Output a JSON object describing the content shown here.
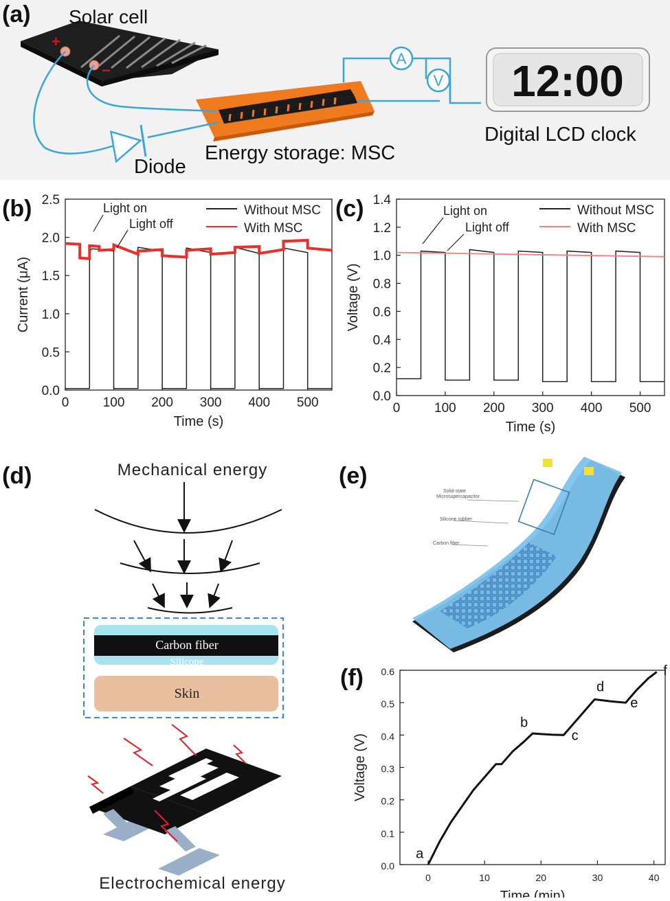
{
  "panels": {
    "a": {
      "label": "(a)",
      "solar_cell": "Solar cell",
      "plus": "+",
      "minus": "−",
      "ammeter": "A",
      "voltmeter": "V",
      "clock_display": "12:00",
      "clock_label": "Digital LCD clock",
      "msc_label": "Energy storage: MSC",
      "diode_label": "Diode"
    },
    "b": {
      "label": "(b)",
      "annotation_on": "Light on",
      "annotation_off": "Light off"
    },
    "c": {
      "label": "(c)",
      "annotation_on": "Light on",
      "annotation_off": "Light off"
    },
    "d": {
      "label": "(d)",
      "top_text": "Mechanical energy",
      "carbon_fiber": "Carbon fiber",
      "silicone": "Silicone",
      "skin": "Skin",
      "bottom_text": "Electrochemical energy"
    },
    "e": {
      "label": "(e)",
      "callout_msc_1": "Solid-state",
      "callout_msc_2": "Microsupercapacitor",
      "callout_silicone": "Silicone rubber",
      "callout_carbon": "Carbon fiber"
    },
    "f": {
      "label": "(f)",
      "points": [
        "a",
        "b",
        "c",
        "d",
        "e",
        "f"
      ]
    }
  },
  "colors": {
    "wire": "#3aa5d8",
    "msc_orange": "#f07a1e",
    "series_without": "#222222",
    "series_with_b": "#e8302a",
    "series_with_c": "#ef8080",
    "silicone_blue": "#a8e4f0",
    "skin": "#e8c0a0",
    "spark_red": "#e0202a",
    "dashed_box": "#3a8ac8"
  },
  "chart_data": [
    {
      "panel": "b",
      "type": "line",
      "xlabel": "Time (s)",
      "ylabel": "Current (μA)",
      "xlim": [
        0,
        550
      ],
      "ylim": [
        0,
        2.5
      ],
      "xticks": [
        "0",
        "100",
        "200",
        "300",
        "400",
        "500"
      ],
      "yticks": [
        "0.0",
        "0.5",
        "1.0",
        "1.5",
        "2.0",
        "2.5"
      ],
      "legend_position": "top-right",
      "series": [
        {
          "name": "Without MSC",
          "x": [
            0,
            50,
            50,
            56,
            56,
            100,
            100,
            150,
            150,
            200,
            200,
            250,
            250,
            300,
            300,
            350,
            350,
            400,
            400,
            450,
            450,
            500,
            500,
            550
          ],
          "y": [
            0.02,
            0.02,
            1.83,
            1.85,
            1.85,
            1.82,
            0.02,
            0.02,
            1.87,
            1.82,
            0.02,
            0.02,
            1.86,
            1.8,
            0.02,
            0.02,
            1.87,
            1.79,
            0.02,
            0.02,
            1.86,
            1.8,
            0.02,
            0.02
          ]
        },
        {
          "name": "With MSC",
          "x": [
            0,
            30,
            30,
            50,
            50,
            70,
            70,
            100,
            100,
            150,
            150,
            200,
            200,
            250,
            250,
            300,
            300,
            350,
            350,
            400,
            400,
            450,
            450,
            500,
            500,
            550
          ],
          "y": [
            1.92,
            1.91,
            1.73,
            1.72,
            1.89,
            1.88,
            1.83,
            1.84,
            1.9,
            1.78,
            1.82,
            1.84,
            1.76,
            1.74,
            1.83,
            1.85,
            1.78,
            1.8,
            1.87,
            1.88,
            1.79,
            1.84,
            1.95,
            1.96,
            1.86,
            1.83
          ]
        }
      ]
    },
    {
      "panel": "c",
      "type": "line",
      "xlabel": "Time (s)",
      "ylabel": "Voltage (V)",
      "xlim": [
        0,
        550
      ],
      "ylim": [
        0,
        1.4
      ],
      "xticks": [
        "0",
        "100",
        "200",
        "300",
        "400",
        "500"
      ],
      "yticks": [
        "0.0",
        "0.2",
        "0.4",
        "0.6",
        "0.8",
        "1.0",
        "1.2",
        "1.4"
      ],
      "legend_position": "top-right",
      "series": [
        {
          "name": "Without MSC",
          "x": [
            0,
            50,
            50,
            100,
            100,
            150,
            150,
            200,
            200,
            250,
            250,
            300,
            300,
            350,
            350,
            400,
            400,
            450,
            450,
            500,
            500,
            550
          ],
          "y": [
            0.12,
            0.12,
            1.03,
            1.02,
            0.11,
            0.11,
            1.04,
            1.02,
            0.11,
            0.11,
            1.03,
            1.02,
            0.1,
            0.1,
            1.03,
            1.02,
            0.1,
            0.1,
            1.03,
            1.02,
            0.1,
            0.1
          ]
        },
        {
          "name": "With MSC",
          "x": [
            0,
            550
          ],
          "y": [
            1.02,
            0.99
          ]
        }
      ]
    },
    {
      "panel": "f",
      "type": "line",
      "xlabel": "Time (min)",
      "ylabel": "Voltage (V)",
      "xlim": [
        -5,
        42
      ],
      "ylim": [
        0,
        0.6
      ],
      "xticks": [
        "0",
        "10",
        "20",
        "30",
        "40"
      ],
      "yticks": [
        "0.0",
        "0.1",
        "0.2",
        "0.3",
        "0.4",
        "0.5",
        "0.6"
      ],
      "series": [
        {
          "x": [
            0,
            2,
            4,
            6,
            8,
            10,
            12,
            13,
            15,
            17,
            18.5,
            20,
            22,
            24,
            26,
            28,
            29.5,
            31,
            33,
            35,
            37,
            39,
            40.5
          ],
          "y": [
            0.0,
            0.07,
            0.13,
            0.18,
            0.23,
            0.27,
            0.31,
            0.31,
            0.35,
            0.38,
            0.405,
            0.403,
            0.401,
            0.4,
            0.44,
            0.48,
            0.51,
            0.507,
            0.503,
            0.5,
            0.54,
            0.575,
            0.595
          ]
        }
      ],
      "point_labels": [
        {
          "text": "a",
          "x": -1.5,
          "y": 0.02
        },
        {
          "text": "b",
          "x": 17,
          "y": 0.425
        },
        {
          "text": "c",
          "x": 26,
          "y": 0.385
        },
        {
          "text": "d",
          "x": 30.5,
          "y": 0.535
        },
        {
          "text": "e",
          "x": 36.5,
          "y": 0.485
        },
        {
          "text": "f",
          "x": 42,
          "y": 0.585
        }
      ]
    }
  ]
}
